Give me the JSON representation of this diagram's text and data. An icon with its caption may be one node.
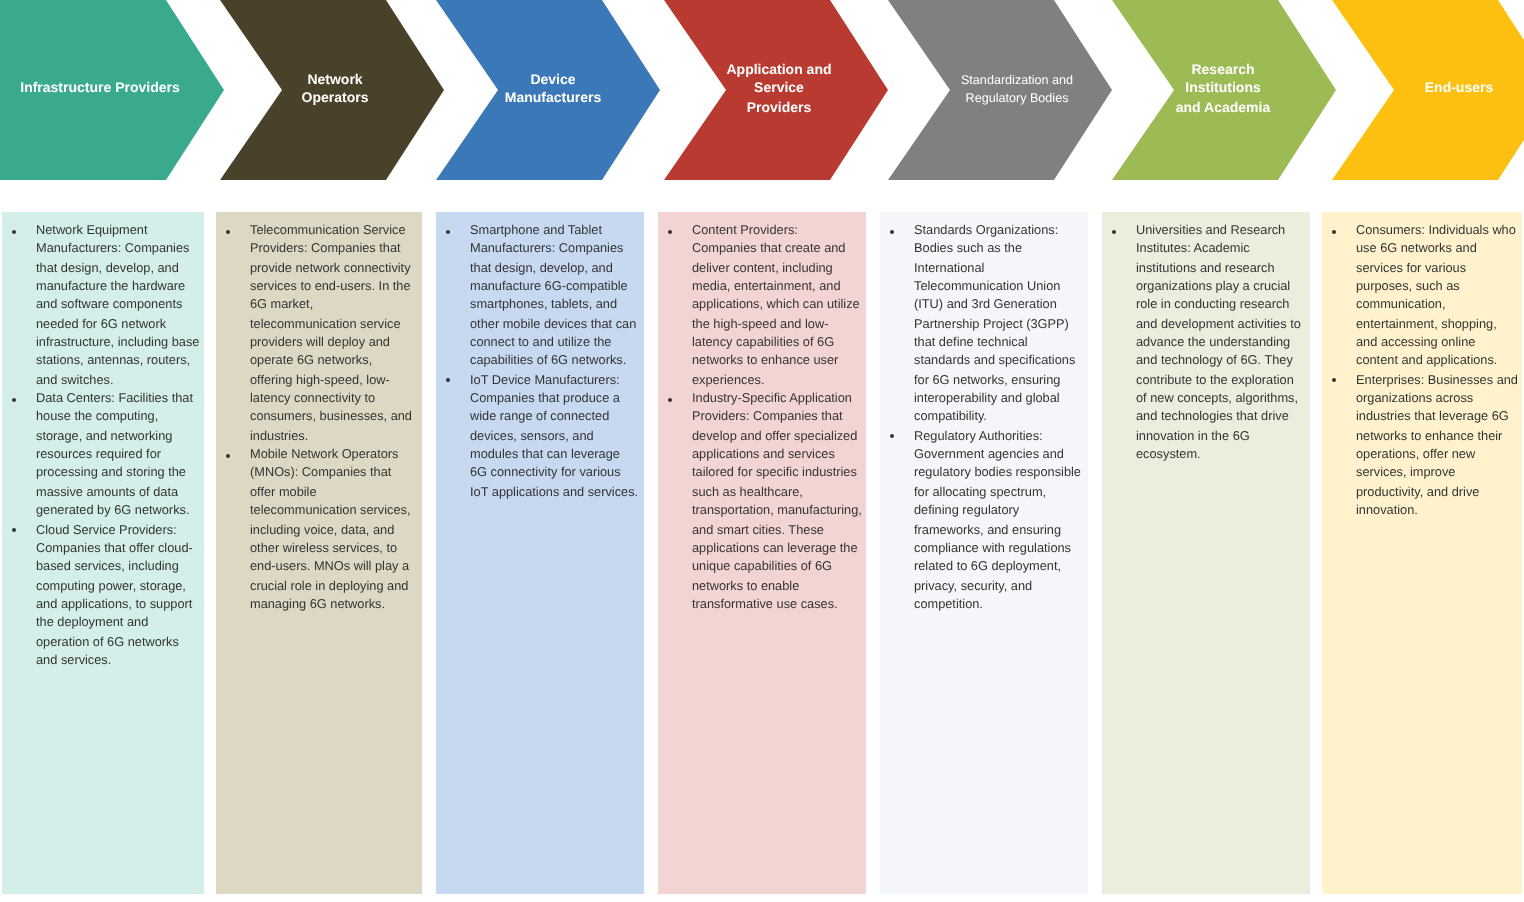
{
  "diagram": {
    "nodes": [
      {
        "text": [
          "Infrastructure Providers"
        ]
      },
      {
        "text": [
          "Network Operators"
        ]
      },
      {
        "text": [
          "Device Manufacturers"
        ]
      },
      {
        "text": [
          "Application and Service Providers"
        ]
      },
      {
        "text": [
          "Standardization and Regulatory Bodies"
        ]
      },
      {
        "text": [
          "Research Institutions and Academia"
        ]
      },
      {
        "text": [
          "End-users"
        ]
      },
      {
        "text": [
          "Network Equipment Manufacturers: Companies that design, develop, and manufacture the hardware and software components needed for 6G network infrastructure, including base stations, antennas, routers, and switches.",
          "Data Centers: Facilities that house the computing, storage, and networking resources required for processing and storing the massive amounts of data generated by 6G networks.",
          "Cloud Service Providers: Companies that offer cloud-based services, including computing power, storage, and applications, to support the deployment and operation of 6G networks and services."
        ]
      },
      {
        "text": [
          "Telecommunication Service Providers: Companies that provide network connectivity services to end-users. In the 6G market, telecommunication service providers will deploy and operate 6G networks, offering high-speed, low-latency connectivity to consumers, businesses, and industries.",
          "Mobile Network Operators (MNOs): Companies that offer mobile telecommunication services, including voice, data, and other wireless services, to end-users. MNOs will play a crucial role in deploying and managing 6G networks."
        ]
      },
      {
        "text": [
          "Smartphone and Tablet Manufacturers: Companies that design, develop, and manufacture 6G-compatible smartphones, tablets, and other mobile devices that can connect to and utilize the capabilities of 6G networks.",
          "IoT Device Manufacturers: Companies that produce a wide range of connected devices, sensors, and modules that can leverage 6G connectivity for various IoT applications and services."
        ]
      },
      {
        "text": [
          "Content Providers: Companies that create and deliver content, including media, entertainment, and applications, which can utilize the high-speed and low-latency capabilities of 6G networks to enhance user experiences.",
          "Industry-Specific Application Providers: Companies that develop and offer specialized applications and services tailored for specific industries such as healthcare, transportation, manufacturing, and smart cities. These applications can leverage the unique capabilities of 6G networks to enable transformative use cases."
        ]
      },
      {
        "text": [
          "Standards Organizations: Bodies such as the International Telecommunication Union (ITU) and 3rd Generation Partnership Project (3GPP) that define technical standards and specifications for 6G networks, ensuring interoperability and global compatibility.",
          "Regulatory Authorities: Government agencies and regulatory bodies responsible for allocating spectrum, defining regulatory frameworks, and ensuring compliance with regulations related to 6G deployment, privacy, security, and competition."
        ]
      },
      {
        "text": [
          "Universities and Research Institutes: Academic institutions and research organizations play a crucial role in conducting research and development activities to advance the understanding and technology of 6G. They contribute to the exploration of new concepts, algorithms, and technologies that drive innovation in the 6G ecosystem."
        ]
      },
      {
        "text": [
          "Consumers: Individuals who use 6G networks and services for various purposes, such as communication, entertainment, shopping, and accessing online content and applications.",
          "Enterprises: Businesses and organizations across industries that leverage 6G networks to enhance their operations, offer new services, improve productivity, and drive innovation."
        ]
      }
    ],
    "edges": []
  }
}
